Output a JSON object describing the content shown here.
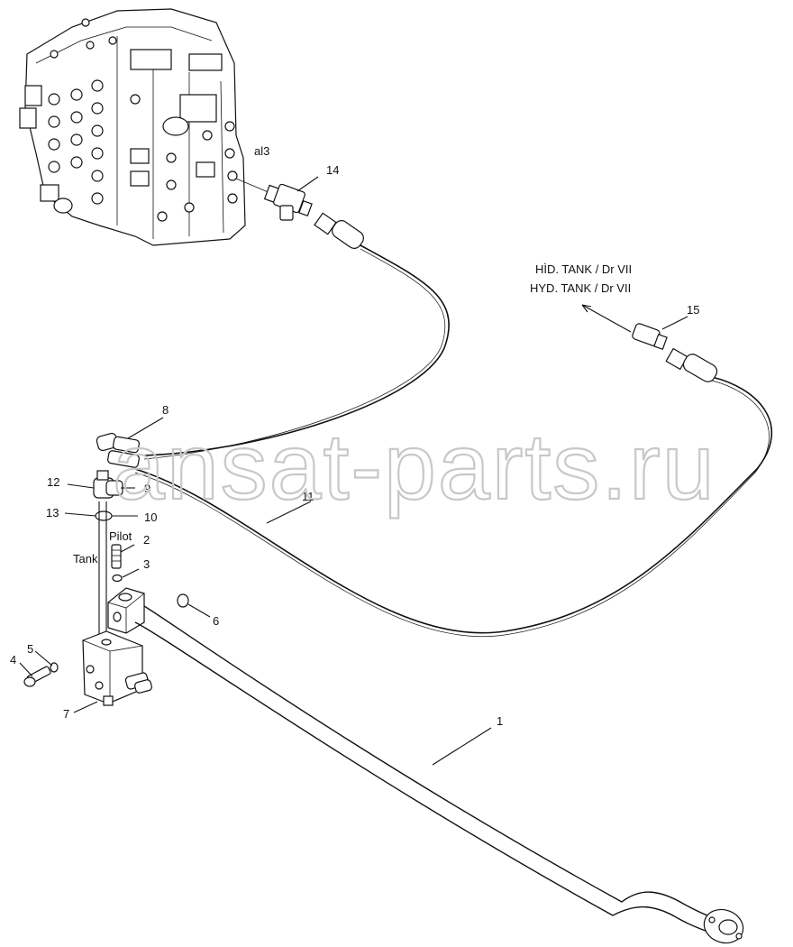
{
  "labels": {
    "al3": "al3",
    "tank_top": "HÌD. TANK / Dr VII",
    "tank_bottom": "HYD. TANK / Dr VII",
    "pilot": "Pilot",
    "tank": "Tank"
  },
  "callouts": {
    "c1": "1",
    "c2": "2",
    "c3": "3",
    "c4": "4",
    "c5": "5",
    "c6": "6",
    "c7": "7",
    "c8": "8",
    "c9": "9",
    "c10": "10",
    "c11": "11",
    "c12": "12",
    "c13": "13",
    "c14": "14",
    "c15": "15"
  },
  "watermark": "ansat-parts.ru",
  "colors": {
    "ink": "#111111",
    "watermark": "#c8c8c8",
    "background": "#ffffff"
  }
}
